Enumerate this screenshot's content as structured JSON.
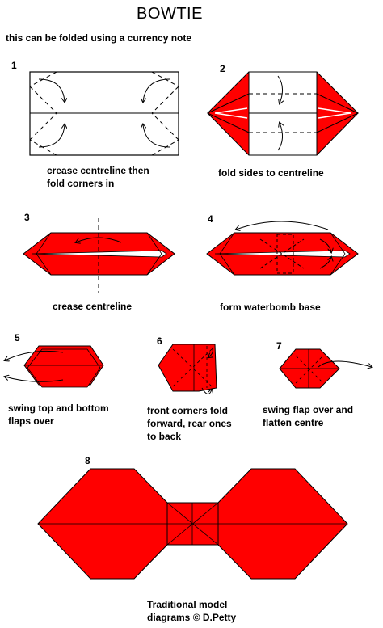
{
  "title": "BOWTIE",
  "subtitle": "this can be folded using a currency note",
  "colors": {
    "paper_red": "#ff0000",
    "shade_red": "#cc0000",
    "outline": "#000000",
    "background": "#ffffff"
  },
  "steps": [
    {
      "number": "1",
      "caption": "crease centreline then\nfold corners in"
    },
    {
      "number": "2",
      "caption": "fold sides to centreline"
    },
    {
      "number": "3",
      "caption": "crease centreline"
    },
    {
      "number": "4",
      "caption": "form waterbomb base"
    },
    {
      "number": "5",
      "caption": "swing top and bottom\nflaps over"
    },
    {
      "number": "6",
      "caption": "front corners fold\nforward, rear ones\nto back"
    },
    {
      "number": "7",
      "caption": "swing flap over and\nflatten centre"
    },
    {
      "number": "8",
      "caption": ""
    }
  ],
  "credit": "Traditional model\ndiagrams © D.Petty"
}
